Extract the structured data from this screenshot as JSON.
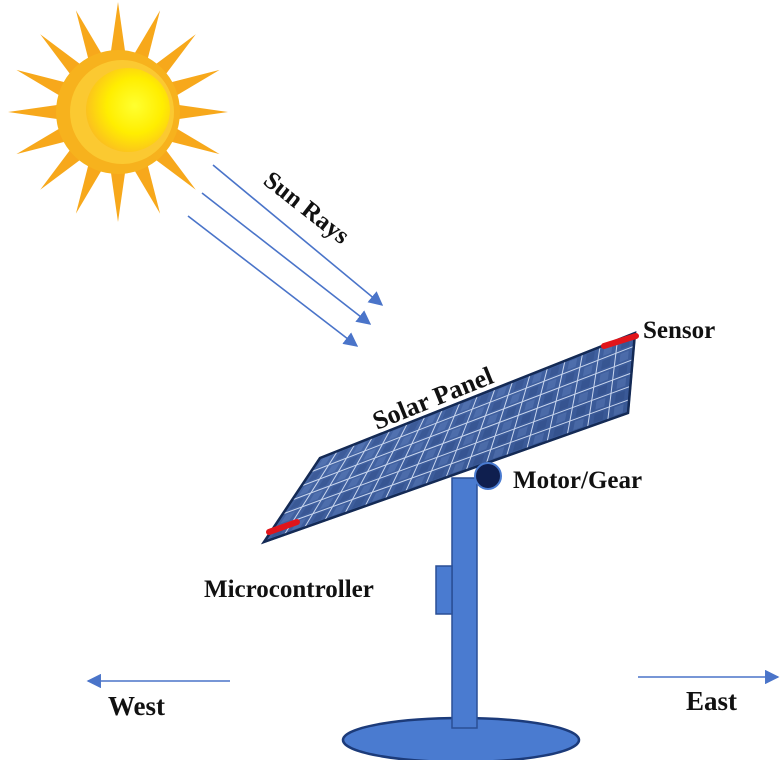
{
  "labels": {
    "sun_rays": "Sun Rays",
    "solar_panel": "Solar Panel",
    "sensor": "Sensor",
    "motor_gear": "Motor/Gear",
    "microcontroller": "Microcontroller",
    "west": "West",
    "east": "East"
  },
  "colors": {
    "sun_rays_outer": "#f7a81b",
    "sun_core": "#ffee00",
    "sun_ring": "#fbc02d",
    "arrow_line": "#4a74c9",
    "panel_dark": "#1f3a6b",
    "panel_cell": "#4c6fb0",
    "panel_grid": "#c9d6ee",
    "sensor_red": "#e1151b",
    "pole_blue": "#4a7bd0",
    "pole_edge": "#2a4f96",
    "motor_navy": "#0f1f4f"
  }
}
